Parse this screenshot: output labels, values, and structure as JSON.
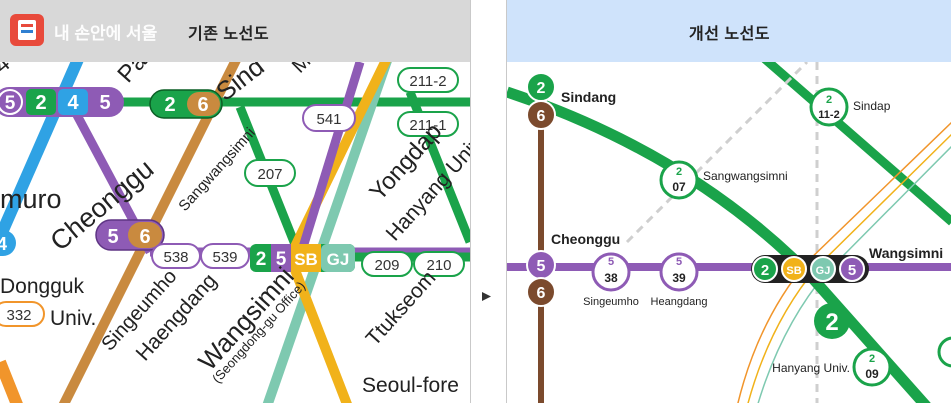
{
  "left": {
    "logo_text": "내 손안에 서울",
    "title": "기존 노선도",
    "station_labels": {
      "sindang_partial": "Sind",
      "pa_partial": "Pa",
      "muro": "muro",
      "cheonggu": "Cheonggu",
      "sangwangsimni": "Sangwangsimni",
      "dongguk_1": "Dongguk",
      "dongguk_2": "Univ.",
      "singeumho": "Singeumho",
      "haengdang": "Haengdang",
      "wangsimni": "Wangsimni",
      "wangsimni_sub": "(Seongdong-gu Office)",
      "yongdap": "Yongdap",
      "hanyang": "Hanyang Univ.",
      "ttukseom": "Ttukseom",
      "seoul_forest": "Seoul-fore",
      "ma_partial": "Mal",
      "num4_partial": "4"
    },
    "codes": {
      "c211_2": "211-2",
      "c211_1": "211-1",
      "c541": "541",
      "c207": "207",
      "c538": "538",
      "c539": "539",
      "c209": "209",
      "c210": "210",
      "c332": "332"
    },
    "line_badges": {
      "top_5": "5",
      "top_2": "2",
      "top_4": "4",
      "top_5b": "5",
      "sindang_2": "2",
      "sindang_6": "6",
      "cheonggu_5": "5",
      "cheonggu_6": "6",
      "w_2": "2",
      "w_5": "5",
      "w_sb": "SB",
      "w_gj": "GJ",
      "left_4": "4"
    }
  },
  "right": {
    "title": "개선 노선도",
    "stations": {
      "sindang": "Sindang",
      "sindap": "Sindap",
      "sangwangsimni": "Sangwangsimni",
      "cheonggu": "Cheonggu",
      "singeumho": "Singeumho",
      "heangdang": "Heangdang",
      "wangsimni": "Wangsimni",
      "hanyang": "Hanyang Univ."
    },
    "badges": {
      "sindang_2": "2",
      "sindang_6": "6",
      "sindap_line": "2",
      "sindap_num": "11-2",
      "sang_line": "2",
      "sang_num": "07",
      "cheonggu_5": "5",
      "cheonggu_6": "6",
      "singeumho_line": "5",
      "singeumho_num": "38",
      "heangdang_line": "5",
      "heangdang_num": "39",
      "w_2": "2",
      "w_sb": "SB",
      "w_gj": "GJ",
      "w_5": "5",
      "line2_big": "2",
      "hanyang_line": "2",
      "hanyang_num": "09"
    }
  },
  "colors": {
    "line2": "#1aa34a",
    "line5": "#8e5bb5",
    "line6": "#b5742f",
    "line4": "#2fa2e4",
    "sb": "#f1b21a",
    "gj": "#7ec9b0",
    "line6_right": "#7b4a2d",
    "orange": "#f1952b"
  }
}
